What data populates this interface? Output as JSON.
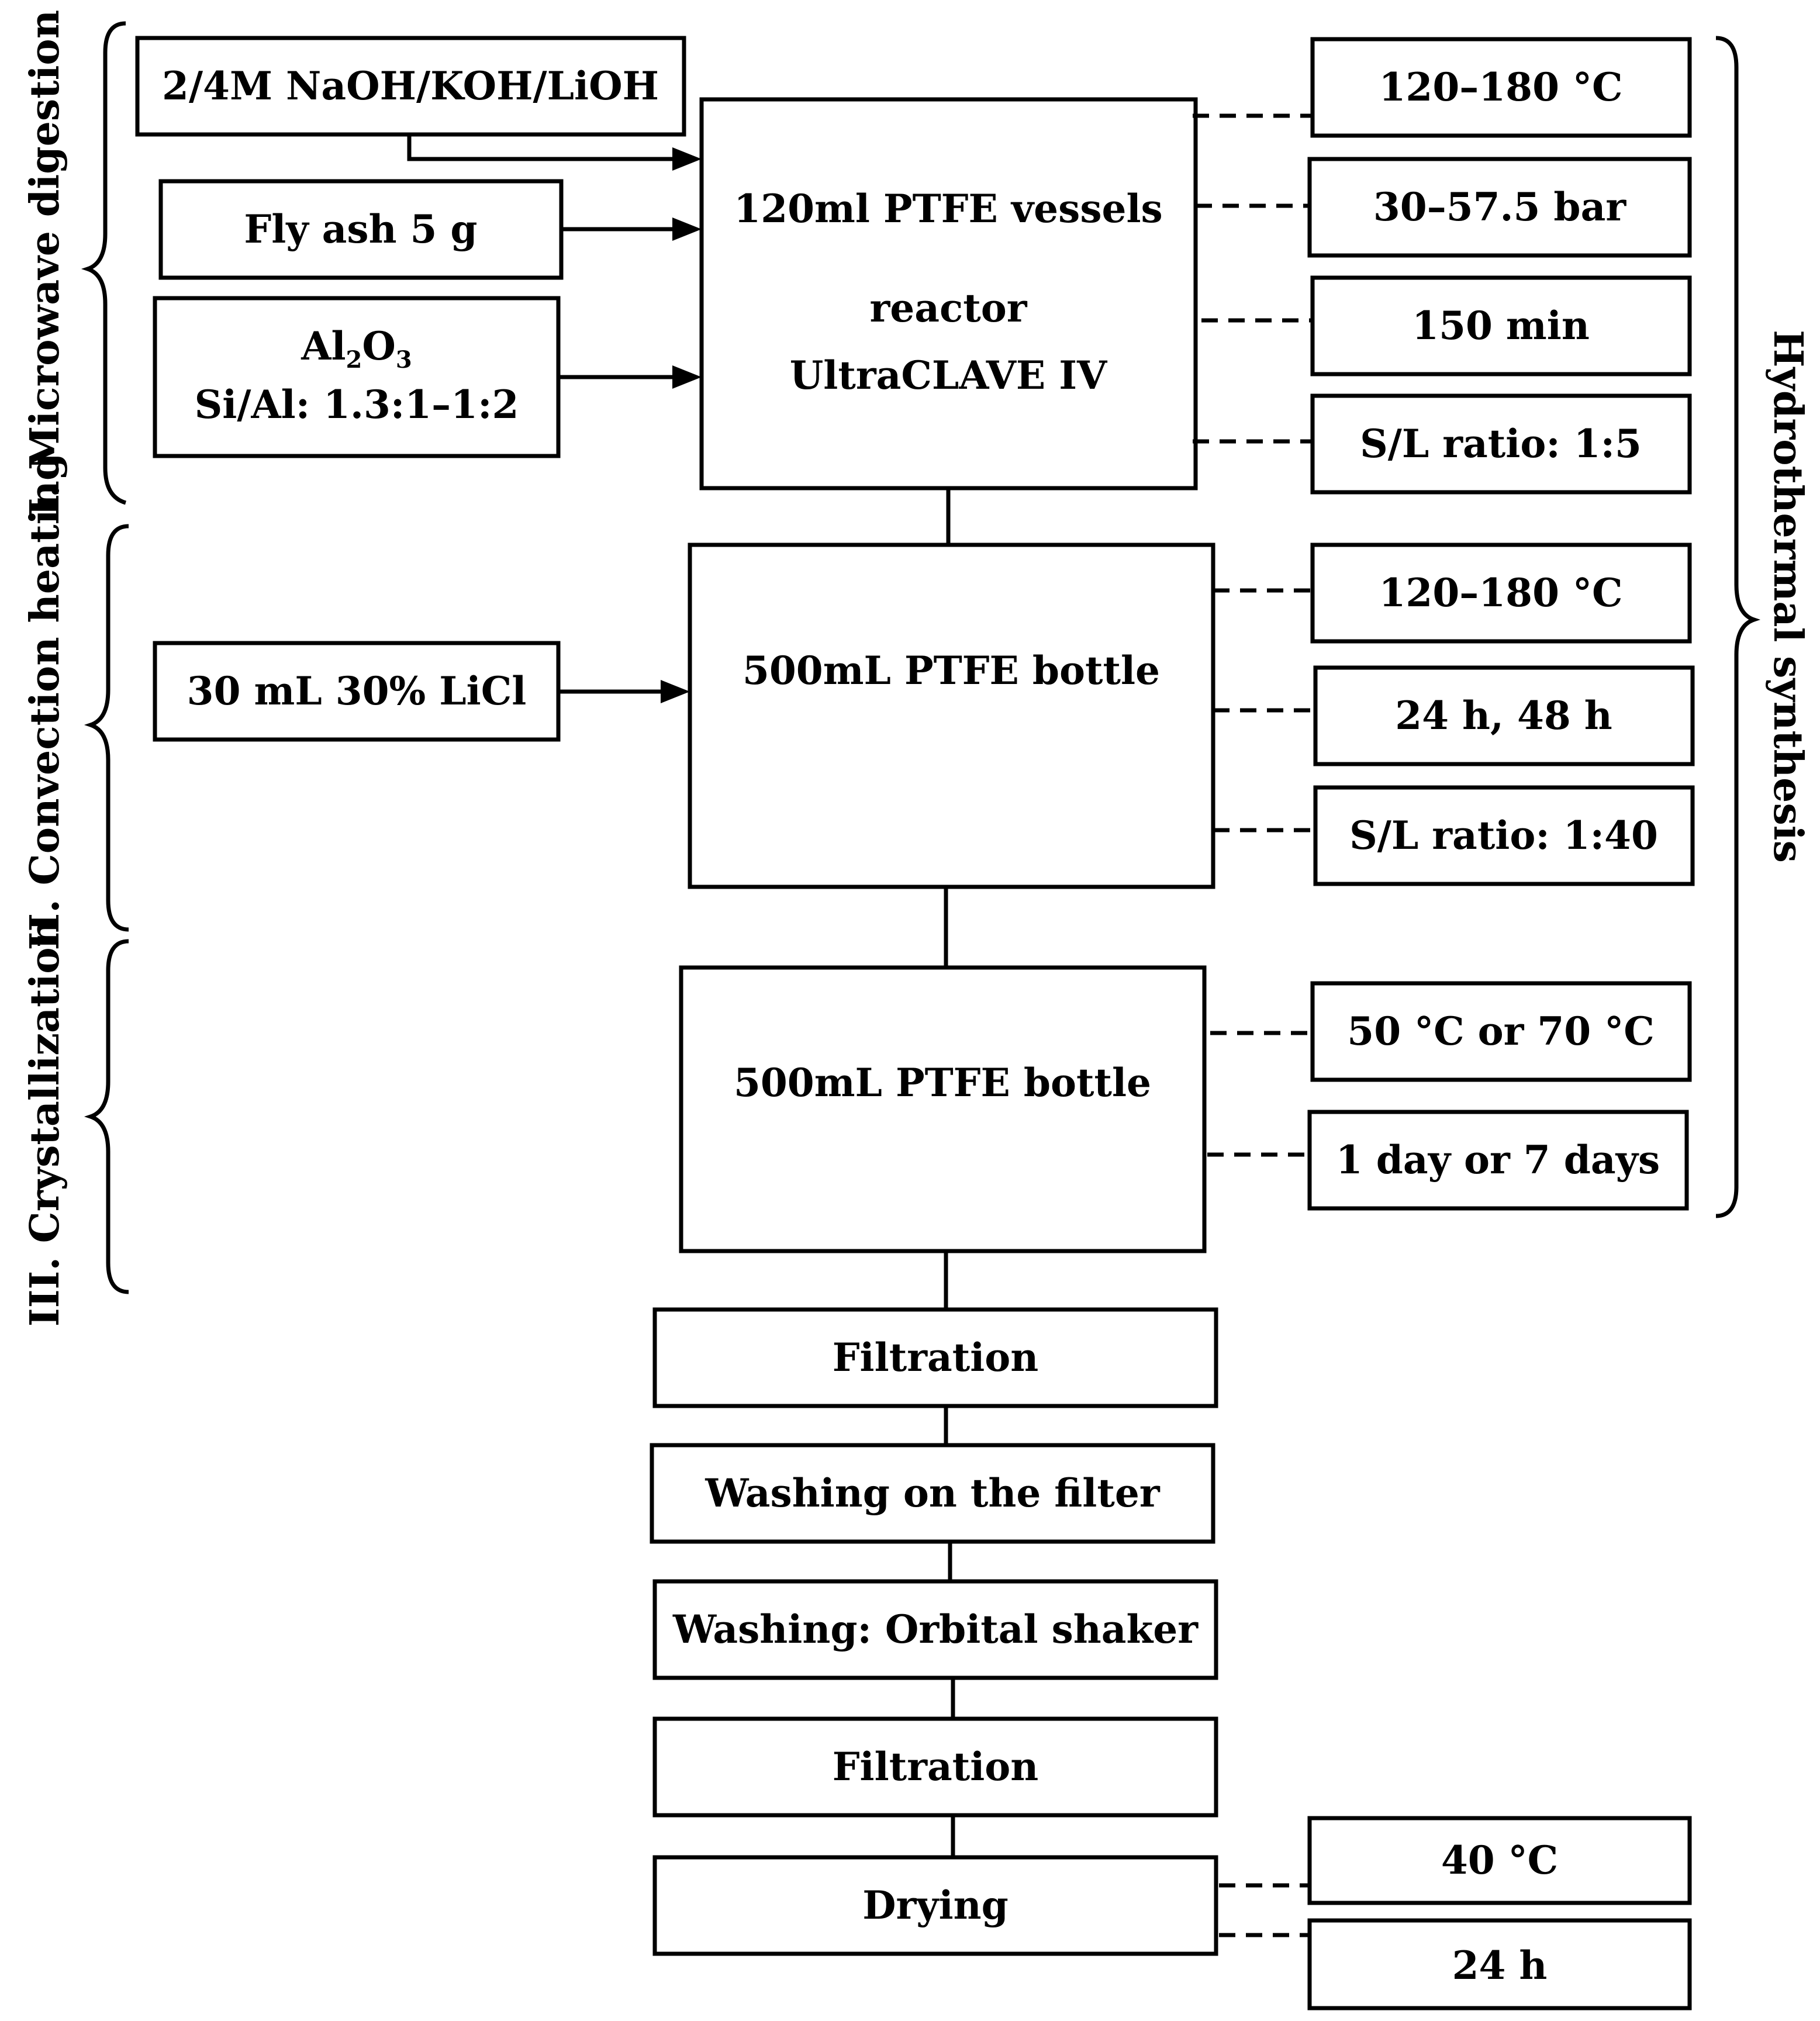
{
  "inputs": {
    "alkali": "2/4M NaOH/KOH/LiOH",
    "fly_ash": "Fly ash 5 g",
    "alumina_line1": "Al",
    "alumina_sub1": "2",
    "alumina_mid": "O",
    "alumina_sub2": "3",
    "alumina_line2": "Si/Al: 1.3:1–1:2",
    "licl": "30 mL 30% LiCl"
  },
  "reactor": {
    "line1": "120ml PTFE vessels",
    "line2": "reactor",
    "line3": "UltraCLAVE IV",
    "params": [
      "120–180 °C",
      "30–57.5 bar",
      "150 min",
      "S/L ratio: 1:5"
    ]
  },
  "bottle1": {
    "label": "500mL PTFE bottle",
    "params": [
      "120–180 °C",
      "24 h, 48 h",
      "S/L ratio: 1:40"
    ]
  },
  "bottle2": {
    "label": "500mL PTFE bottle",
    "params": [
      "50 °C or 70 °C",
      "1 day or 7 days"
    ]
  },
  "steps": [
    "Filtration",
    "Washing on the filter",
    "Washing: Orbital shaker",
    "Filtration",
    "Drying"
  ],
  "drying_params": [
    "40 °C",
    "24 h"
  ],
  "stages": {
    "stage1": "I. Microwave digestion",
    "stage2": "II. Convection heating",
    "stage3": "III. Crystallization",
    "overall": "Hydrothermal synthesis"
  }
}
